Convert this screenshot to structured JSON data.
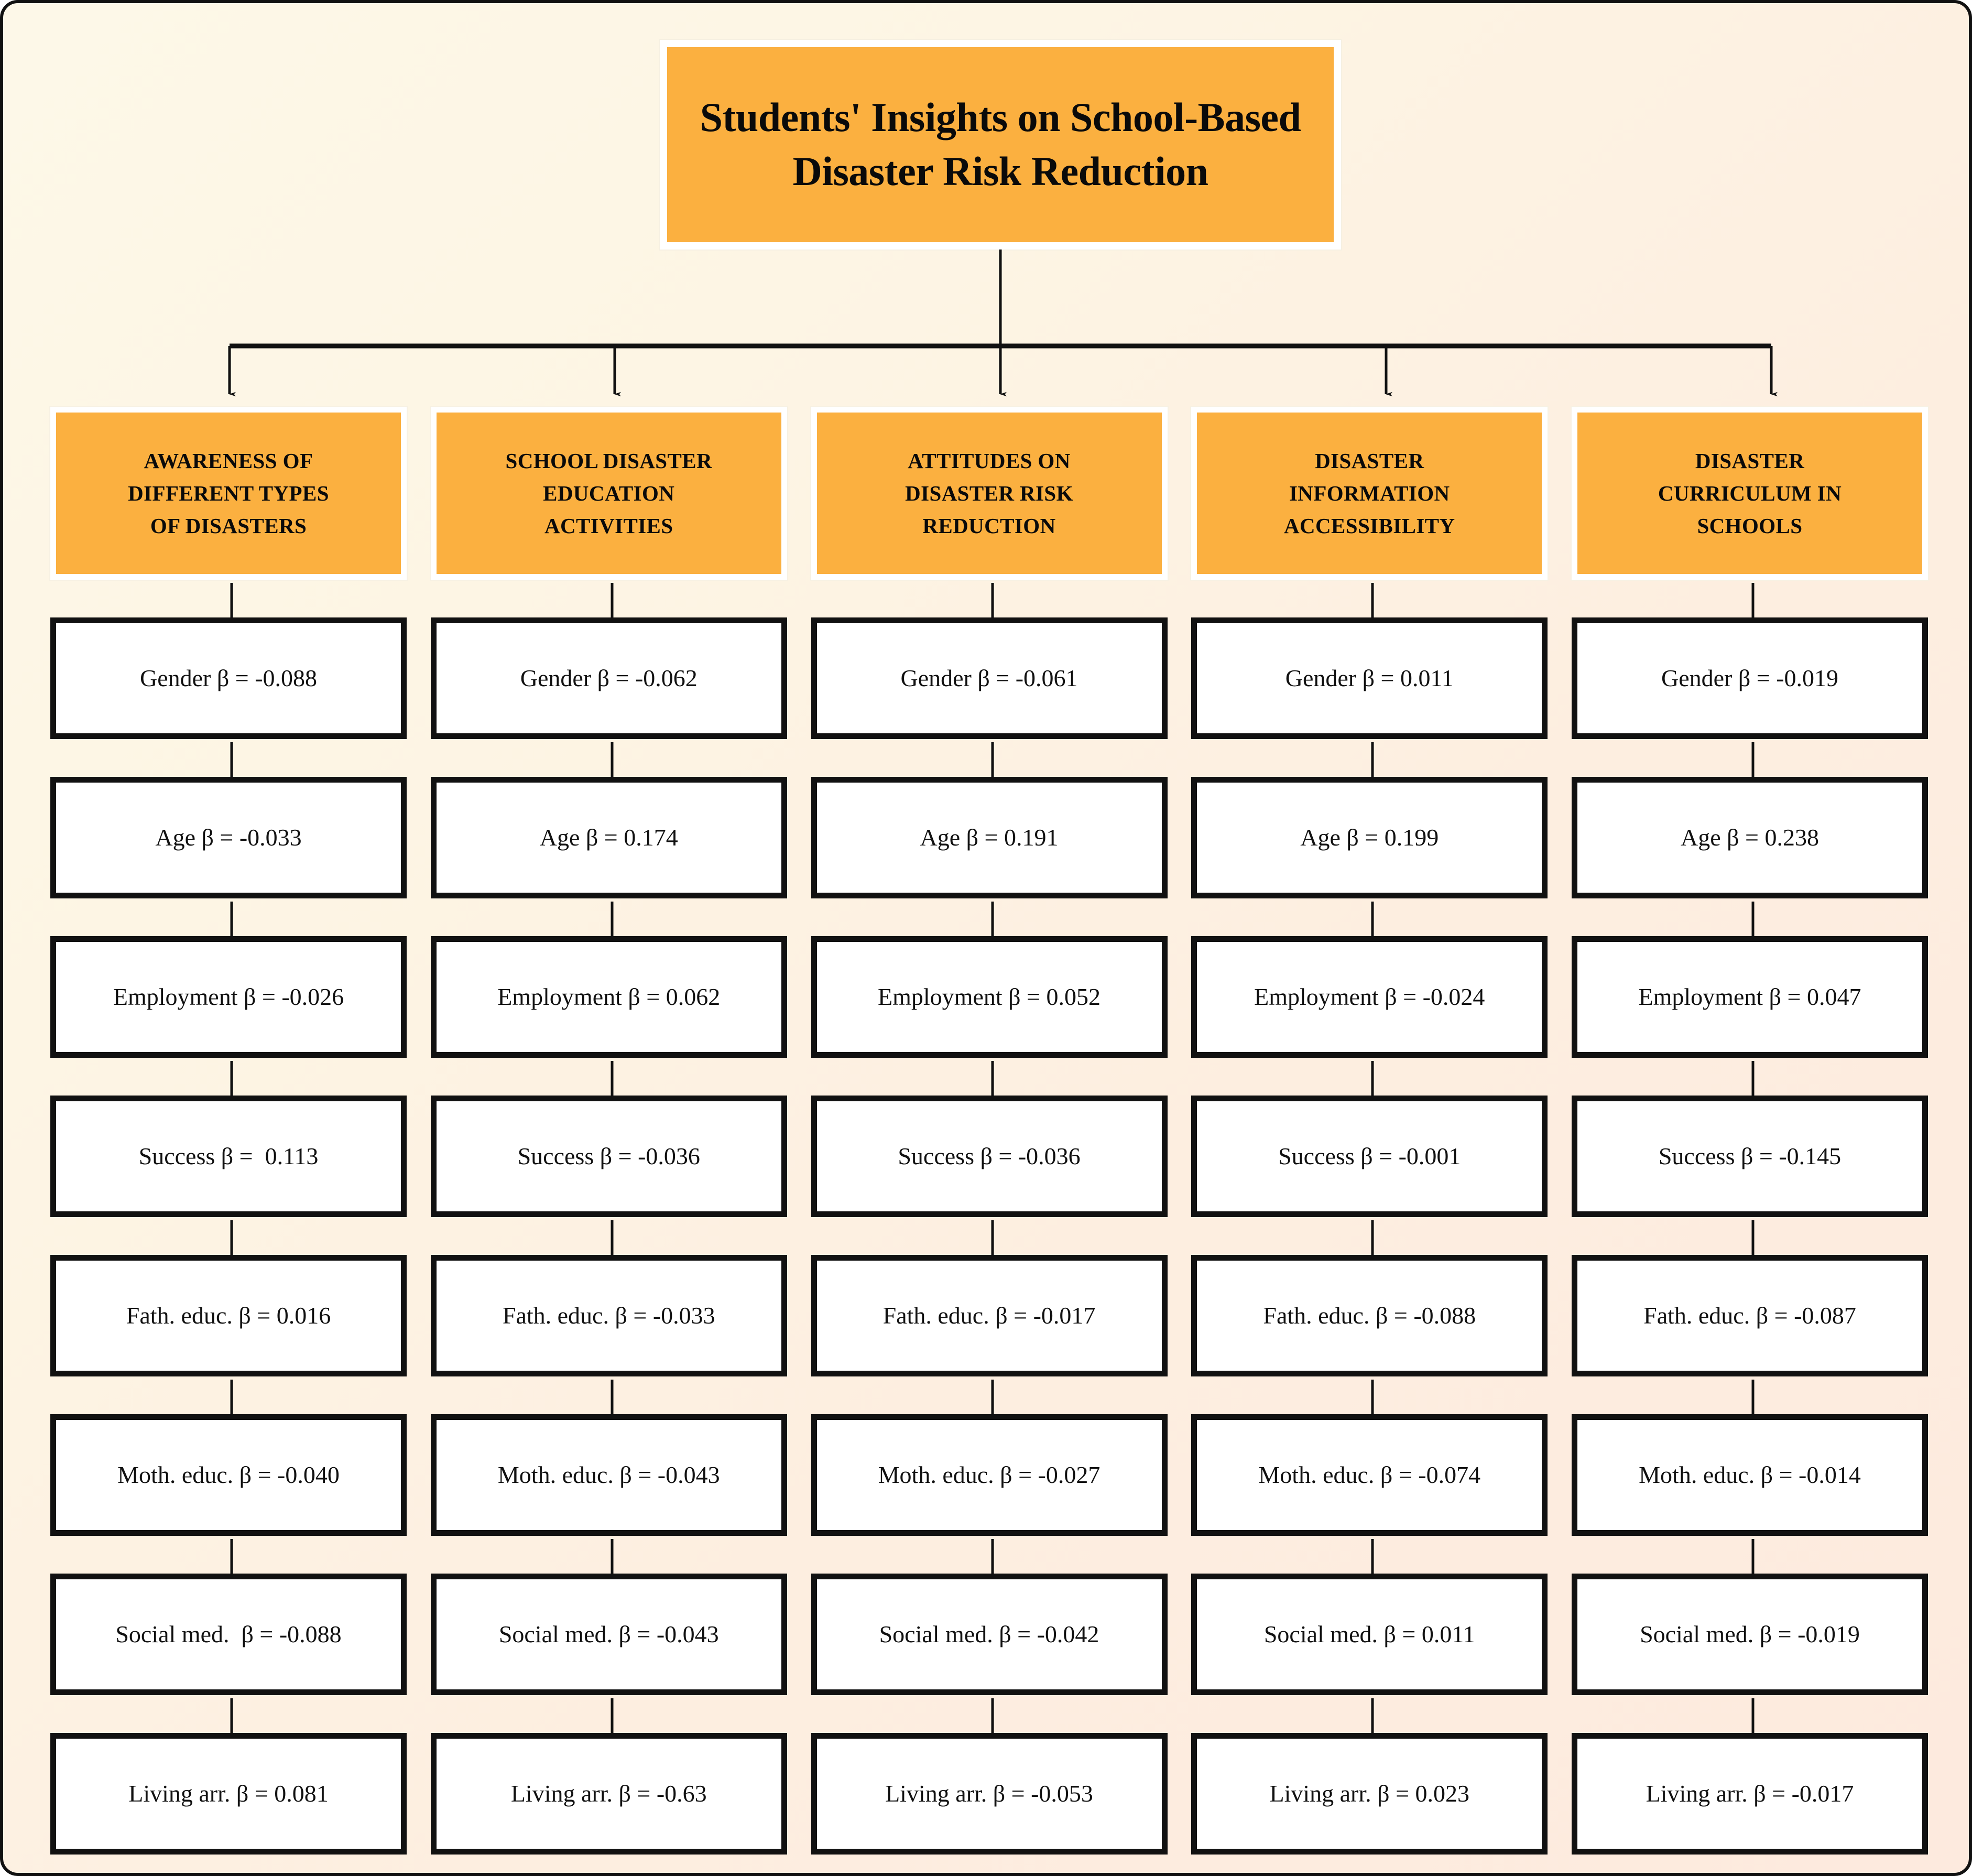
{
  "diagram": {
    "type": "hierarchy-flowchart",
    "title": "Students' Insights on School-Based Disaster Risk Reduction",
    "title_line1": "Students' Insights on School-Based",
    "title_line2": "Disaster Risk Reduction",
    "colors": {
      "header_fill": "#fbb040",
      "box_fill": "#ffffff",
      "box_border": "#111111",
      "canvas_background": "#fdf4e4",
      "connector": "#111111",
      "text": "#0a0a0a"
    },
    "predictor_labels": [
      "Gender",
      "Age",
      "Employment",
      "Success",
      "Fath. educ.",
      "Moth. educ.",
      "Social med.",
      "Living arr."
    ],
    "columns": [
      {
        "id": "awareness-of-different-types-of-disasters",
        "header": "AWARENESS OF DIFFERENT TYPES OF DISASTERS",
        "header_lines": [
          "AWARENESS OF",
          "DIFFERENT TYPES",
          "OF DISASTERS"
        ],
        "cells": [
          {
            "label": "Gender",
            "beta": -0.088,
            "text": "Gender β = -0.088"
          },
          {
            "label": "Age",
            "beta": -0.033,
            "text": "Age β = -0.033"
          },
          {
            "label": "Employment",
            "beta": -0.026,
            "text": "Employment β = -0.026"
          },
          {
            "label": "Success",
            "beta": 0.113,
            "text": "Success β =  0.113"
          },
          {
            "label": "Fath. educ.",
            "beta": 0.016,
            "text": "Fath. educ. β = 0.016"
          },
          {
            "label": "Moth. educ.",
            "beta": -0.04,
            "text": "Moth. educ. β = -0.040"
          },
          {
            "label": "Social med.",
            "beta": -0.088,
            "text": "Social med.  β = -0.088"
          },
          {
            "label": "Living arr.",
            "beta": 0.081,
            "text": "Living arr. β = 0.081"
          }
        ]
      },
      {
        "id": "school-disaster-education-activities",
        "header": "SCHOOL DISASTER EDUCATION ACTIVITIES",
        "header_lines": [
          "SCHOOL DISASTER",
          "EDUCATION",
          "ACTIVITIES"
        ],
        "cells": [
          {
            "label": "Gender",
            "beta": -0.062,
            "text": "Gender β = -0.062"
          },
          {
            "label": "Age",
            "beta": 0.174,
            "text": "Age β = 0.174"
          },
          {
            "label": "Employment",
            "beta": 0.062,
            "text": "Employment β = 0.062"
          },
          {
            "label": "Success",
            "beta": -0.036,
            "text": "Success β = -0.036"
          },
          {
            "label": "Fath. educ.",
            "beta": -0.033,
            "text": "Fath. educ. β = -0.033"
          },
          {
            "label": "Moth. educ.",
            "beta": -0.043,
            "text": "Moth. educ. β = -0.043"
          },
          {
            "label": "Social med.",
            "beta": -0.043,
            "text": "Social med. β = -0.043"
          },
          {
            "label": "Living arr.",
            "beta": -0.63,
            "text": "Living arr. β = -0.63"
          }
        ]
      },
      {
        "id": "attitudes-on-disaster-risk-reduction",
        "header": "ATTITUDES ON DISASTER RISK REDUCTION",
        "header_lines": [
          "ATTITUDES ON",
          "DISASTER RISK",
          "REDUCTION"
        ],
        "cells": [
          {
            "label": "Gender",
            "beta": -0.061,
            "text": "Gender β = -0.061"
          },
          {
            "label": "Age",
            "beta": 0.191,
            "text": "Age β = 0.191"
          },
          {
            "label": "Employment",
            "beta": 0.052,
            "text": "Employment β = 0.052"
          },
          {
            "label": "Success",
            "beta": -0.036,
            "text": "Success β = -0.036"
          },
          {
            "label": "Fath. educ.",
            "beta": -0.017,
            "text": "Fath. educ. β = -0.017"
          },
          {
            "label": "Moth. educ.",
            "beta": -0.027,
            "text": "Moth. educ. β = -0.027"
          },
          {
            "label": "Social med.",
            "beta": -0.042,
            "text": "Social med. β = -0.042"
          },
          {
            "label": "Living arr.",
            "beta": -0.053,
            "text": "Living arr. β = -0.053"
          }
        ]
      },
      {
        "id": "disaster-information-accessibility",
        "header": "DISASTER INFORMATION ACCESSIBILITY",
        "header_lines": [
          "DISASTER",
          "INFORMATION",
          "ACCESSIBILITY"
        ],
        "cells": [
          {
            "label": "Gender",
            "beta": 0.011,
            "text": "Gender β = 0.011"
          },
          {
            "label": "Age",
            "beta": 0.199,
            "text": "Age β = 0.199"
          },
          {
            "label": "Employment",
            "beta": -0.024,
            "text": "Employment β = -0.024"
          },
          {
            "label": "Success",
            "beta": -0.001,
            "text": "Success β = -0.001"
          },
          {
            "label": "Fath. educ.",
            "beta": -0.088,
            "text": "Fath. educ. β = -0.088"
          },
          {
            "label": "Moth. educ.",
            "beta": -0.074,
            "text": "Moth. educ. β = -0.074"
          },
          {
            "label": "Social med.",
            "beta": 0.011,
            "text": "Social med. β = 0.011"
          },
          {
            "label": "Living arr.",
            "beta": 0.023,
            "text": "Living arr. β = 0.023"
          }
        ]
      },
      {
        "id": "disaster-curriculum-in-schools",
        "header": "DISASTER CURRICULUM IN SCHOOLS",
        "header_lines": [
          "DISASTER",
          "CURRICULUM IN",
          "SCHOOLS"
        ],
        "cells": [
          {
            "label": "Gender",
            "beta": -0.019,
            "text": "Gender β = -0.019"
          },
          {
            "label": "Age",
            "beta": 0.238,
            "text": "Age β = 0.238"
          },
          {
            "label": "Employment",
            "beta": 0.047,
            "text": "Employment β = 0.047"
          },
          {
            "label": "Success",
            "beta": -0.145,
            "text": "Success β = -0.145"
          },
          {
            "label": "Fath. educ.",
            "beta": -0.087,
            "text": "Fath. educ. β = -0.087"
          },
          {
            "label": "Moth. educ.",
            "beta": -0.014,
            "text": "Moth. educ. β = -0.014"
          },
          {
            "label": "Social med.",
            "beta": -0.019,
            "text": "Social med. β = -0.019"
          },
          {
            "label": "Living arr.",
            "beta": -0.017,
            "text": "Living arr. β = -0.017"
          }
        ]
      }
    ]
  }
}
